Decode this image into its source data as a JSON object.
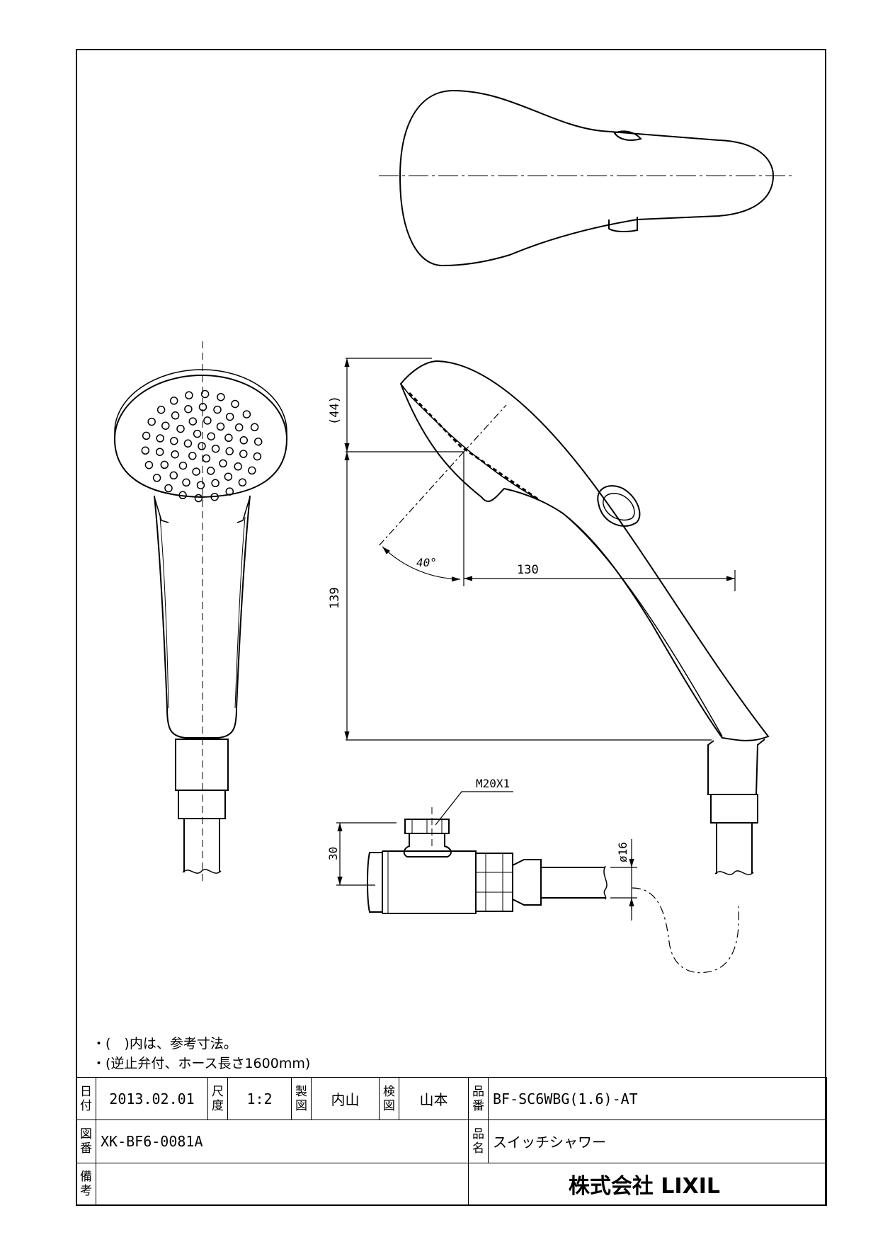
{
  "dimensions": {
    "d44": "(44)",
    "d139": "139",
    "d130": "130",
    "angle": "40°",
    "thread": "M20X1",
    "d30": "30",
    "dia16": "ø16"
  },
  "notes": [
    "・(　)内は、参考寸法。",
    "・(逆止弁付、ホース長さ1600mm)"
  ],
  "title_block": {
    "date_label": "日付",
    "date": "2013.02.01",
    "scale_label": "尺度",
    "scale": "1:2",
    "drawn_label": "製図",
    "drawn_by": "内山",
    "checked_label": "検図",
    "checked_by": "山本",
    "part_no_label": "品番",
    "part_no": "BF-SC6WBG(1.6)-AT",
    "drawing_no_label": "図番",
    "drawing_no": "XK-BF6-0081A",
    "product_name_label": "品名",
    "product_name": "スイッチシャワー",
    "remarks_label": "備考",
    "remarks": "",
    "company": "株式会社 LIXIL"
  },
  "colors": {
    "line": "#000000",
    "background": "#ffffff"
  }
}
